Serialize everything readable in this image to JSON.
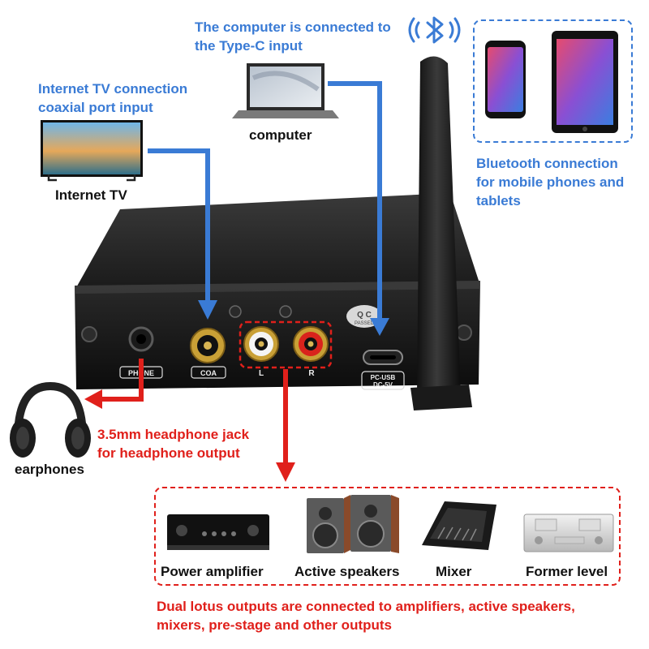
{
  "labels": {
    "computer_caption": "The computer is connected to the Type-C input",
    "computer_name": "computer",
    "tv_caption": "Internet TV connection coaxial port input",
    "tv_name": "Internet TV",
    "bt_caption": "Bluetooth connection for mobile phones and tablets",
    "headphone_caption": "3.5mm headphone jack for headphone output",
    "earphones_name": "earphones",
    "outputs_caption": "Dual lotus outputs are connected to amplifiers, active speakers, mixers, pre-stage and other outputs"
  },
  "panel_labels": {
    "phone": "PHONE",
    "coa": "COA",
    "left": "L",
    "right": "R",
    "usb_line1": "PC-USB",
    "usb_line2": "DC-5V",
    "qc_line1": "Q C",
    "qc_line2": "PASSED"
  },
  "outputs": [
    {
      "name": "Power amplifier"
    },
    {
      "name": "Active speakers"
    },
    {
      "name": "Mixer"
    },
    {
      "name": "Former level"
    }
  ],
  "colors": {
    "blue": "#3a7bd5",
    "red": "#e0201b",
    "device_body": "#141414"
  }
}
